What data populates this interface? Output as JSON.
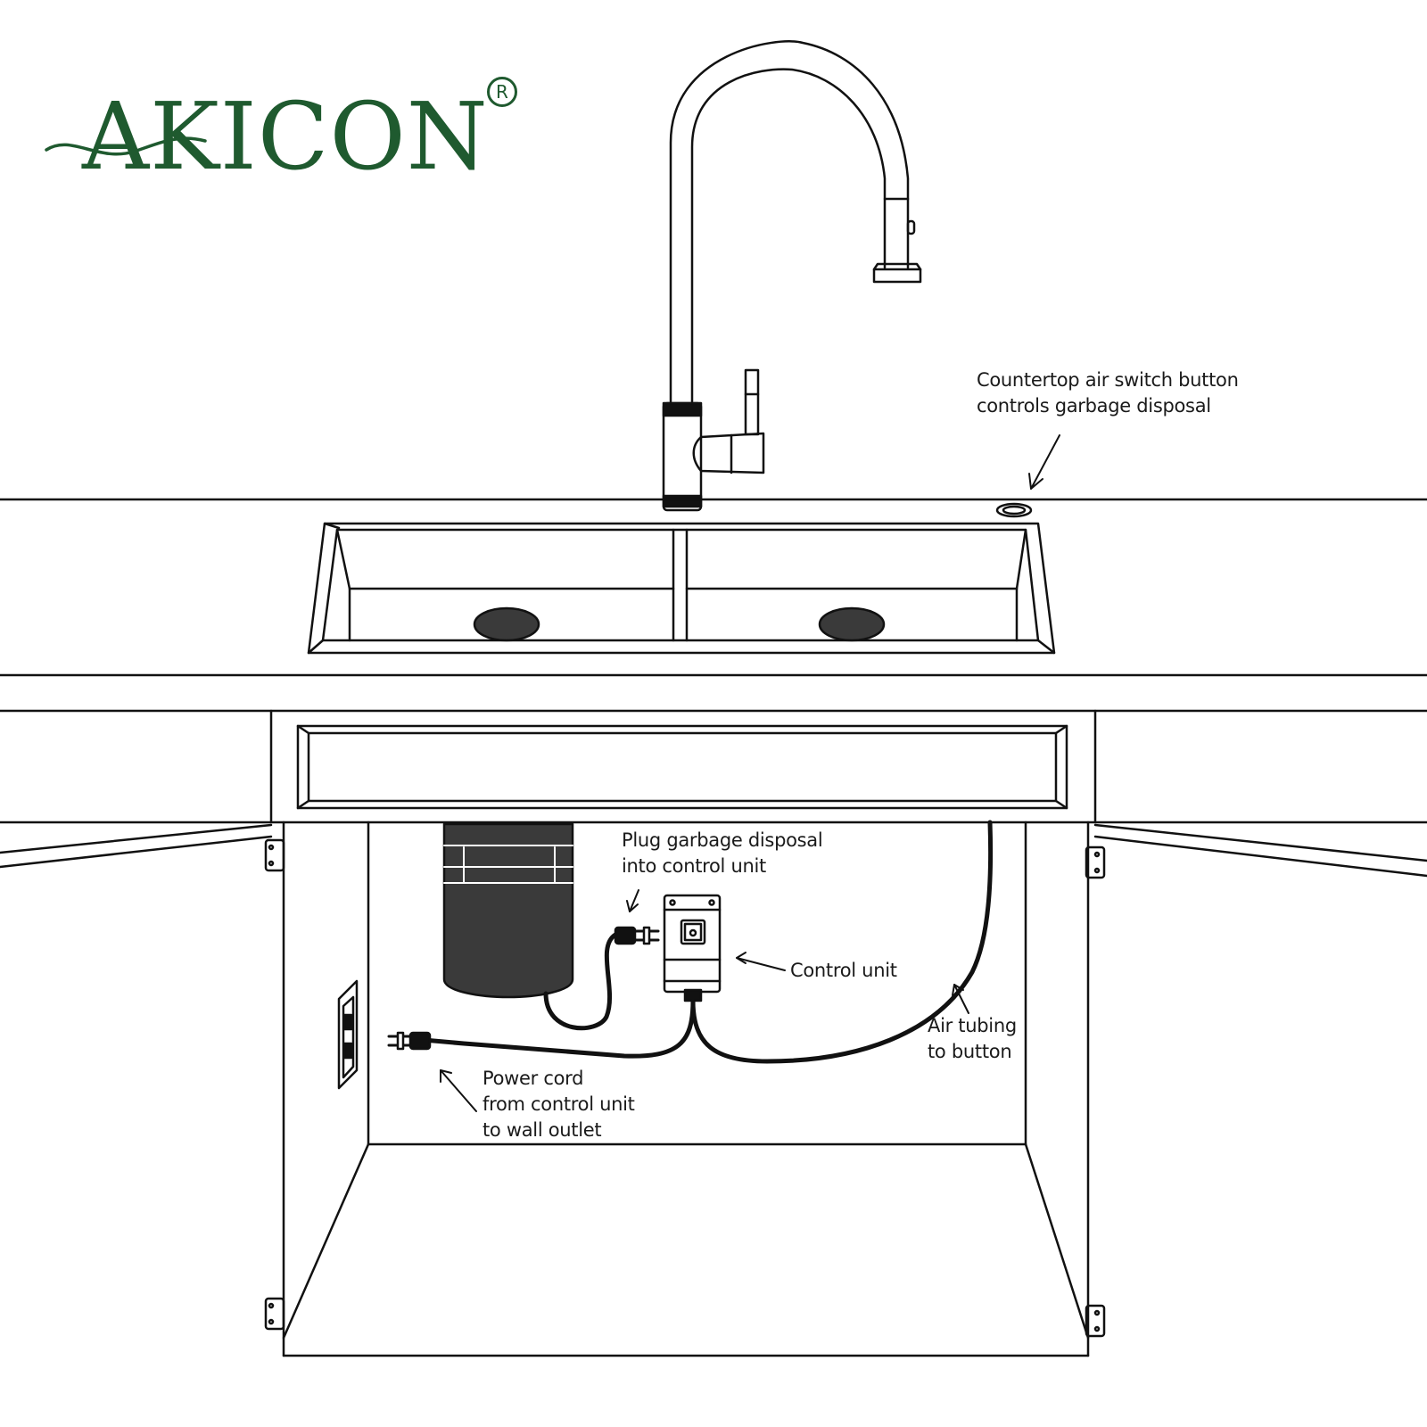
{
  "logo": {
    "text": "AKICON",
    "registered_mark": "R",
    "color": "#1f5a2f"
  },
  "labels": {
    "countertop_button": [
      "Countertop air switch button",
      "controls garbage disposal"
    ],
    "plug_disposal": [
      "Plug garbage disposal",
      "into control unit"
    ],
    "control_unit": [
      "Control unit"
    ],
    "air_tubing": [
      "Air tubing",
      "to button"
    ],
    "power_cord": [
      "Power cord",
      "from control unit",
      "to wall outlet"
    ]
  },
  "colors": {
    "line": "#111111",
    "fill_dark": "#3a3a3a",
    "background": "#ffffff"
  }
}
